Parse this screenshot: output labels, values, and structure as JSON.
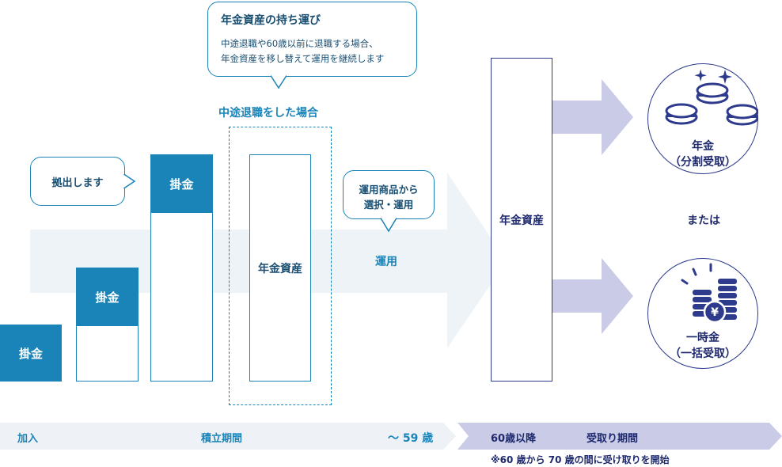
{
  "bubbles": {
    "portability": {
      "title": "年金資産の持ち運び",
      "line1": "中途退職や60歳以前に退職する場合、",
      "line2": "年金資産を移し替えて運用を継続します"
    },
    "contribute": "拠出します",
    "products_line1": "運用商品から",
    "products_line2": "選択・運用"
  },
  "midcareer_label": "中途退職をした場合",
  "kakekin_label": "掛金",
  "asset_label": "年金資産",
  "operation_label": "運用",
  "payout": {
    "annuity_line1": "年金",
    "annuity_line2": "（分割受取）",
    "or": "または",
    "lump_line1": "一時金",
    "lump_line2": "（一括受取）",
    "yen_symbol": "¥"
  },
  "timeline": {
    "join": "加入",
    "accumulation": "積立期間",
    "until59": "〜 59 歳",
    "from60": "60歳以降",
    "receiving": "受取り期間",
    "note": "※60 歳から 70 歳の間に受け取りを開始"
  },
  "colors": {
    "accent_blue": "#1a84b8",
    "navy": "#2e3a8c",
    "lavender": "#c9cbe7",
    "light_band": "#eef2f7"
  },
  "icons": [
    "stacked-coins-icon",
    "sparkle-icon",
    "yen-coin-stack-icon"
  ]
}
